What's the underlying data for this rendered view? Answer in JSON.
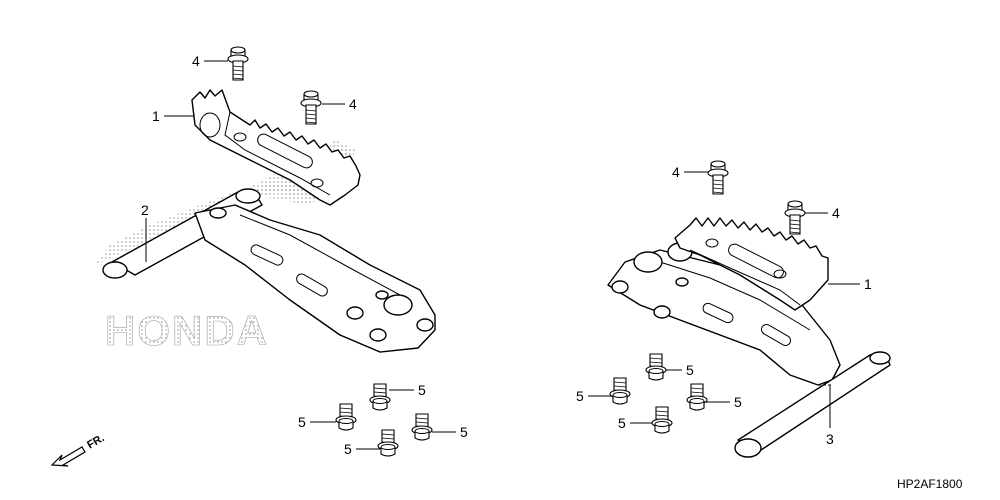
{
  "watermark": "HONDA",
  "direction_label": "FR.",
  "diagram_code": "HP2AF1800",
  "callouts": {
    "bolt_4_left_a": "4",
    "bolt_4_left_b": "4",
    "bolt_4_right_a": "4",
    "bolt_4_right_b": "4",
    "peg_rubber_left": "1",
    "peg_rubber_right": "1",
    "bar_left": "2",
    "bar_right": "3",
    "flange_5_l1": "5",
    "flange_5_l2": "5",
    "flange_5_l3": "5",
    "flange_5_l4": "5",
    "flange_5_r1": "5",
    "flange_5_r2": "5",
    "flange_5_r3": "5",
    "flange_5_r4": "5"
  }
}
